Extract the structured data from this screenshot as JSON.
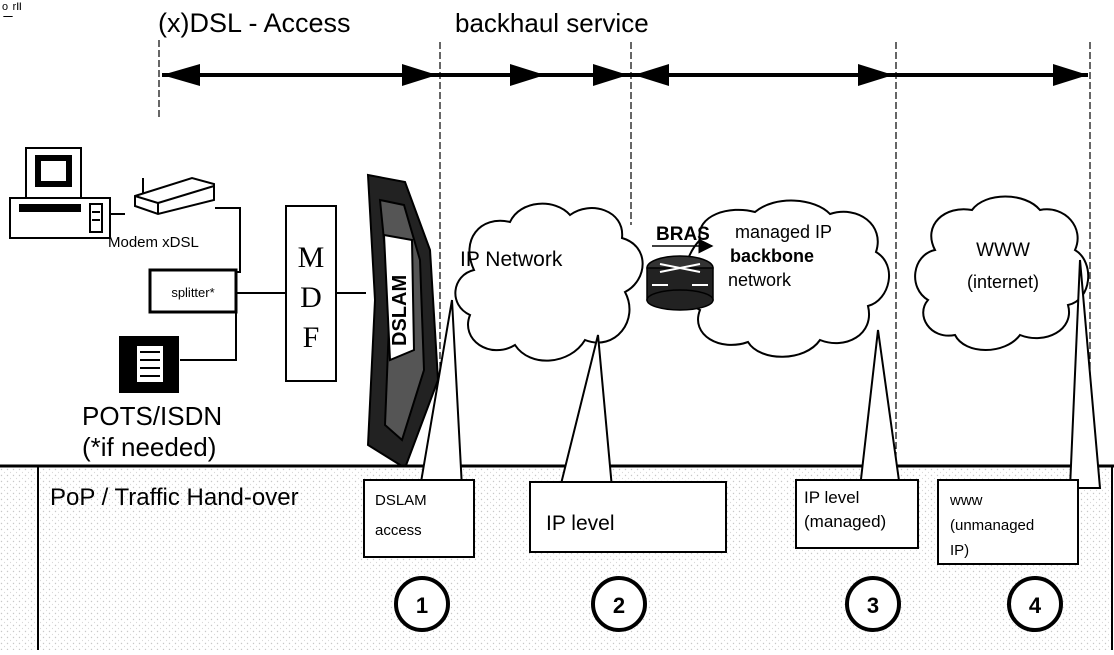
{
  "header": {
    "corner_label": "ᵒ̲ ʳᴵᴵ",
    "access_label": "(x)DSL - Access",
    "backhaul_label": "backhaul service"
  },
  "equipment": {
    "modem_label": "Modem xDSL",
    "splitter_label": "splitter*",
    "mdf_letters": [
      "M",
      "D",
      "F"
    ],
    "dslam_label": "DSLAM",
    "pots_label": "POTS/ISDN",
    "pots_note": "(*if needed)",
    "bras_label": "BRAS"
  },
  "clouds": {
    "ip_network": "IP Network",
    "managed_line1": "managed IP",
    "managed_line2": "backbone",
    "managed_line3": "network",
    "www_line1": "WWW",
    "www_line2": "(internet)"
  },
  "handover": {
    "title": "PoP / Traffic Hand-over",
    "boxes": [
      {
        "line1": "DSLAM",
        "line2": "access",
        "line3": ""
      },
      {
        "line1": "IP level",
        "line2": "",
        "line3": ""
      },
      {
        "line1": "IP level",
        "line2": "(managed)",
        "line3": ""
      },
      {
        "line1": "www",
        "line2": "(unmanaged",
        "line3": "IP)"
      }
    ],
    "numbers": [
      "1",
      "2",
      "3",
      "4"
    ]
  },
  "colors": {
    "ink": "#000000",
    "hatch": "#bfbfbf",
    "background": "#ffffff"
  }
}
